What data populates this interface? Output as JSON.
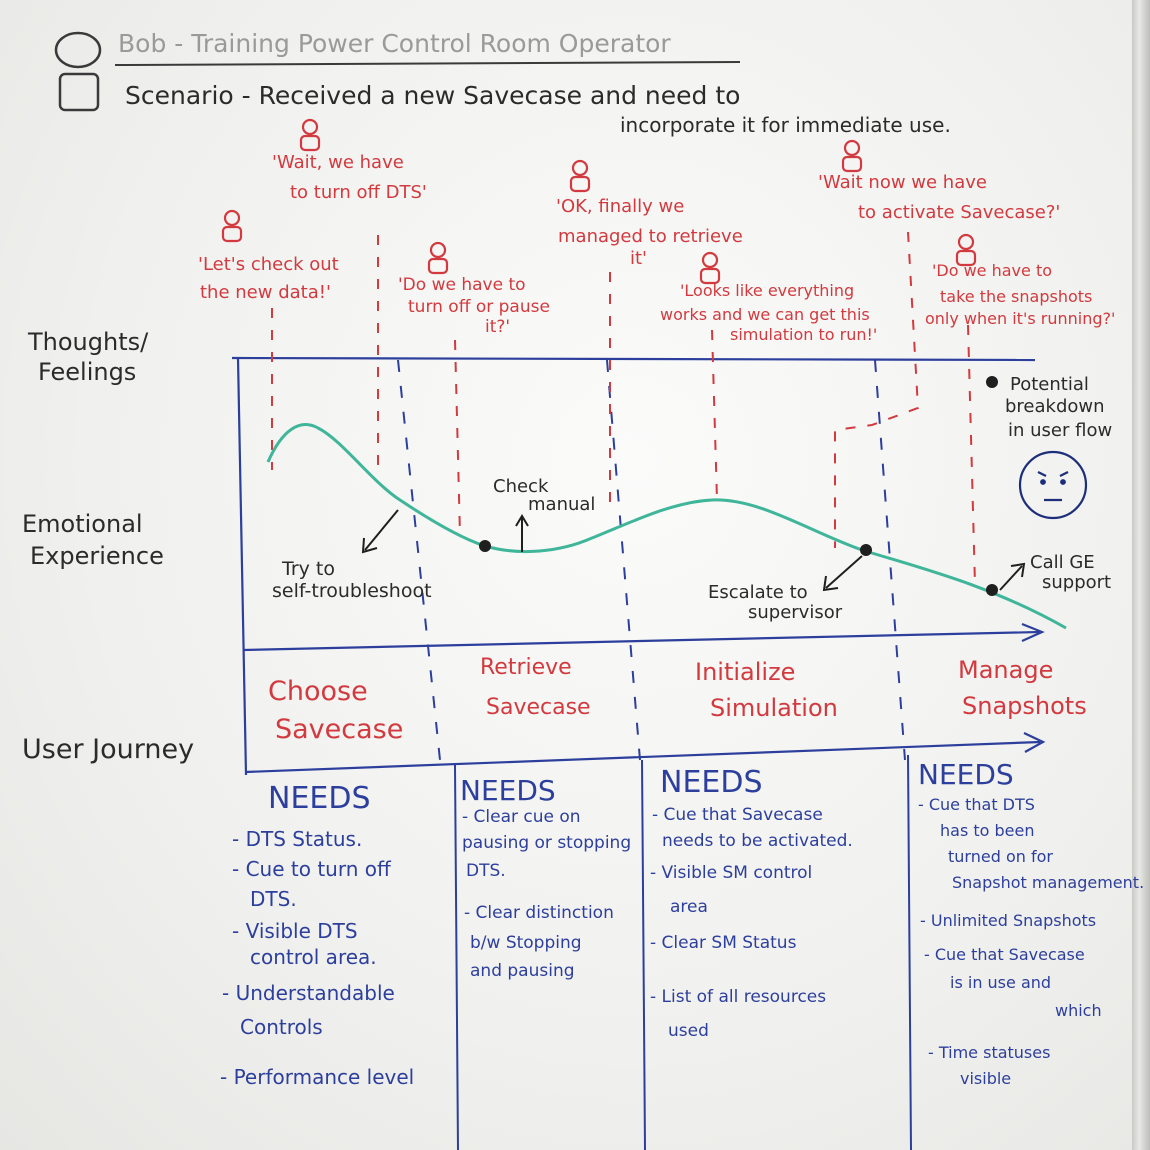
{
  "header": {
    "title": "Bob - Training Power Control Room Operator",
    "scenario_line1": "Scenario - Received a new Savecase and need to",
    "scenario_line2": "incorporate it for immediate use."
  },
  "rows": {
    "thoughts": [
      "Thoughts/",
      "Feelings"
    ],
    "emotional": [
      "Emotional",
      "Experience"
    ],
    "journey": "User Journey"
  },
  "thoughts": [
    {
      "lines": [
        "'Let's check out",
        "the new data!'"
      ]
    },
    {
      "lines": [
        "'Wait, we have",
        "to turn off DTS'"
      ]
    },
    {
      "lines": [
        "'Do we have to",
        "turn off or pause",
        "it?'"
      ]
    },
    {
      "lines": [
        "'OK, finally we",
        "managed to retrieve",
        "it'"
      ]
    },
    {
      "lines": [
        "'Looks like everything",
        "works and we can get this",
        "simulation to run!'"
      ]
    },
    {
      "lines": [
        "'Wait now we have",
        "to activate Savecase?'"
      ]
    },
    {
      "lines": [
        "'Do we have to",
        "take the snapshots",
        "only when it's running?'"
      ]
    }
  ],
  "legend": {
    "lines": [
      "Potential",
      "breakdown",
      "in user flow"
    ]
  },
  "annotations": {
    "try": [
      "Try to",
      "self-troubleshoot"
    ],
    "check": [
      "Check",
      "manual"
    ],
    "escalate": [
      "Escalate to",
      "supervisor"
    ],
    "call": [
      "Call GE",
      "support"
    ]
  },
  "stages": [
    {
      "lines": [
        "Choose",
        "Savecase"
      ]
    },
    {
      "lines": [
        "Retrieve",
        "Savecase"
      ]
    },
    {
      "lines": [
        "Initialize",
        "Simulation"
      ]
    },
    {
      "lines": [
        "Manage",
        "Snapshots"
      ]
    }
  ],
  "needs": [
    {
      "heading": "NEEDS",
      "items": [
        "- DTS Status.",
        "- Cue to turn off",
        "  DTS.",
        "- Visible DTS",
        "  control area.",
        "- Understandable",
        "  Controls",
        "- Performance level"
      ]
    },
    {
      "heading": "NEEDS",
      "items": [
        "- Clear cue on",
        "pausing or stopping",
        "DTS.",
        "- Clear distinction",
        "b/w Stopping",
        "and pausing"
      ]
    },
    {
      "heading": "NEEDS",
      "items": [
        "- Cue that Savecase",
        "needs to be activated.",
        "- Visible SM control",
        "  area",
        "- Clear SM Status",
        "- List of all resources",
        "  used"
      ]
    },
    {
      "heading": "NEEDS",
      "items": [
        "- Cue that DTS",
        "has to been",
        "turned on for",
        "Snapshot management.",
        "- Unlimited Snapshots",
        "- Cue that Savecase",
        "is in use and",
        "which",
        "- Time statuses",
        "visible"
      ]
    }
  ],
  "colors": {
    "red": "#d23a3f",
    "green": "#3fb59a",
    "blue": "#2d3f9c",
    "black": "#2b2b2b"
  }
}
